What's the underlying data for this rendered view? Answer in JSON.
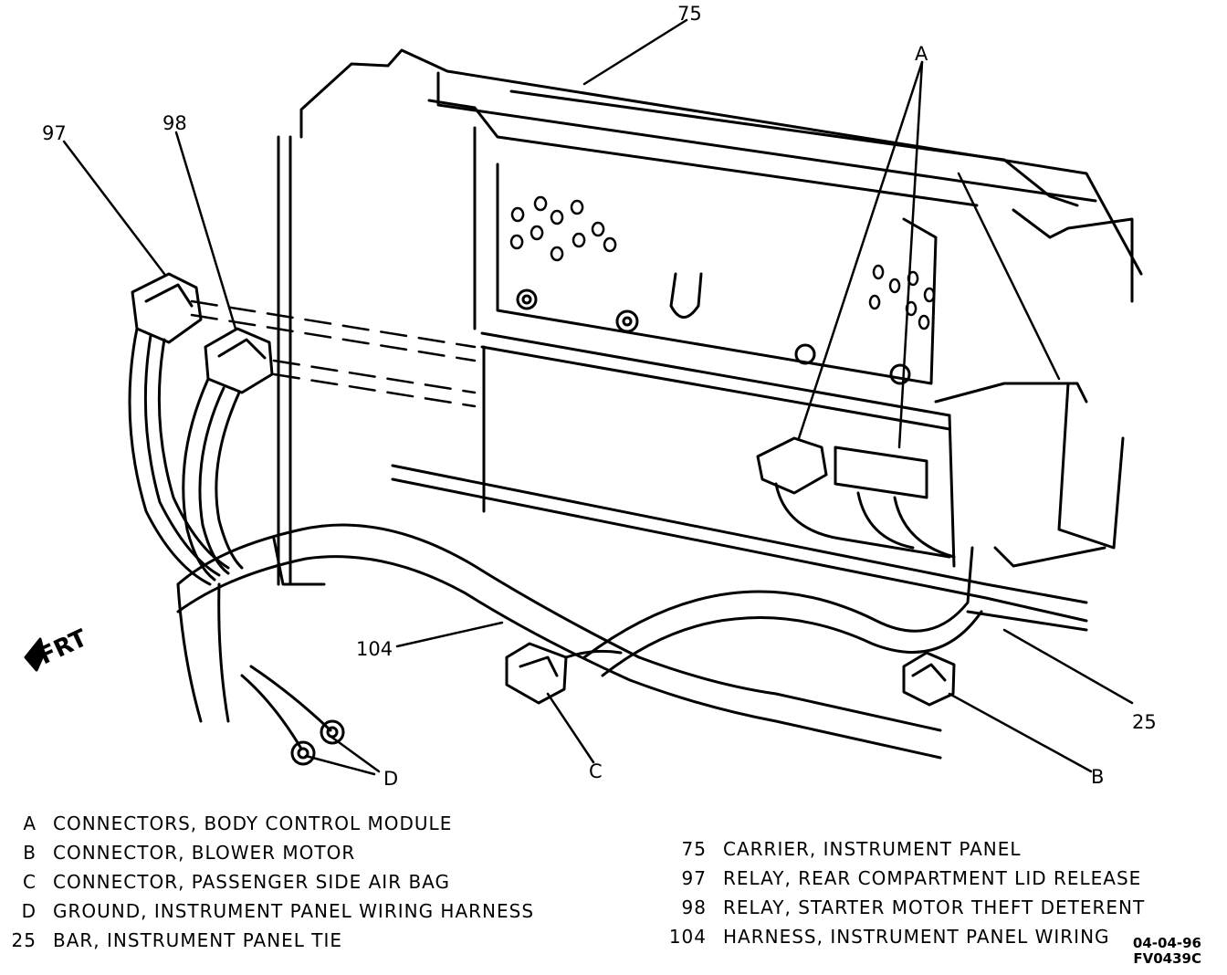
{
  "callouts": {
    "a": "A",
    "b": "B",
    "c": "C",
    "d": "D",
    "n25": "25",
    "n75": "75",
    "n97": "97",
    "n98": "98",
    "n104": "104"
  },
  "direction_label": "FRT",
  "legend_left": [
    {
      "key": "A",
      "text": "CONNECTORS, BODY CONTROL MODULE"
    },
    {
      "key": "B",
      "text": "CONNECTOR, BLOWER MOTOR"
    },
    {
      "key": "C",
      "text": "CONNECTOR, PASSENGER SIDE AIR BAG"
    },
    {
      "key": "D",
      "text": "GROUND, INSTRUMENT PANEL WIRING HARNESS"
    },
    {
      "key": "25",
      "text": "BAR, INSTRUMENT PANEL TIE"
    }
  ],
  "legend_right": [
    {
      "key": "75",
      "text": "CARRIER, INSTRUMENT PANEL"
    },
    {
      "key": "97",
      "text": "RELAY, REAR COMPARTMENT LID RELEASE"
    },
    {
      "key": "98",
      "text": "RELAY, STARTER MOTOR THEFT DETERENT"
    },
    {
      "key": "104",
      "text": "HARNESS, INSTRUMENT PANEL WIRING"
    }
  ],
  "figure_date": "04-04-96",
  "figure_id": "FV0439C"
}
